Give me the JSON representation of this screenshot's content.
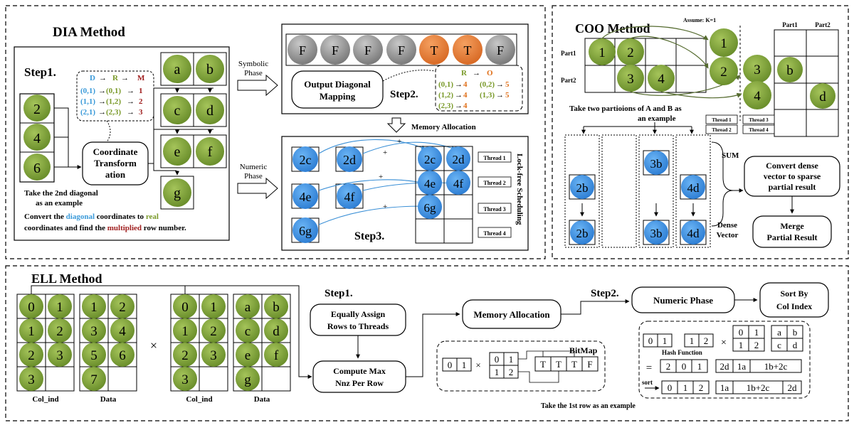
{
  "colors": {
    "green_circle": "#7ea33a",
    "blue_circle": "#3d8fe0",
    "gray_flag": "#8e8e8e",
    "orange_flag": "#e07a35",
    "label_blue": "#3a9ad9",
    "label_green": "#7a9a2a",
    "label_red": "#a02020",
    "label_orange": "#e0701a",
    "arrow_olive": "#556b2f",
    "arrow_blue": "#3a8fd6"
  },
  "dia": {
    "title": "DIA Method",
    "step1": "Step1.",
    "col_values": [
      "2",
      "4",
      "6"
    ],
    "map_header": {
      "d": "D",
      "r": "R",
      "m": "M"
    },
    "map_rows": [
      {
        "d": "(0,1)",
        "r": "(0,1)",
        "m": "1"
      },
      {
        "d": "(1,1)",
        "r": "(1,2)",
        "m": "2"
      },
      {
        "d": "(2,1)",
        "r": "(2,3)",
        "m": "3"
      }
    ],
    "coord_box": [
      "Coordinate",
      "Transform",
      "ation"
    ],
    "take_note": [
      "Take the 2nd diagonal",
      "as an example"
    ],
    "convert_text": {
      "p1": "Convert the ",
      "w1": "diagonal",
      "p2": " coordinates to ",
      "w2": "real",
      "line2a": "coordinates and find the ",
      "w3": "multiplied",
      "line2b": " row number."
    },
    "b_cells": [
      "a",
      "b",
      "c",
      "d",
      "e",
      "f",
      "g"
    ],
    "symbolic_phase": [
      "Symbolic",
      "Phase"
    ],
    "numeric_phase": [
      "Numeric",
      "Phase"
    ],
    "flags": [
      "F",
      "F",
      "F",
      "F",
      "T",
      "T",
      "F"
    ],
    "output_mapping": [
      "Output Diagonal",
      "Mapping"
    ],
    "step2": "Step2.",
    "ro_header": {
      "r": "R",
      "o": "O"
    },
    "ro_rows": [
      {
        "a": "(0,1)",
        "av": "4",
        "b": "(0,2)",
        "bv": "5"
      },
      {
        "a": "(1,2)",
        "av": "4",
        "b": "(1,3)",
        "bv": "5"
      },
      {
        "a": "(2,3)",
        "av": "4",
        "b": "",
        "bv": ""
      }
    ],
    "memory_allocation": "Memory Allocation",
    "products": [
      "2c",
      "2d",
      "4e",
      "4f",
      "6g"
    ],
    "plus": "+",
    "result_cells": [
      "2c",
      "2d",
      "4e",
      "4f",
      "6g"
    ],
    "threads": [
      "Thread 1",
      "Thread 2",
      "Thread 3",
      "Thread 4"
    ],
    "lockfree": "Lock-free Scheduling",
    "step3": "Step3."
  },
  "coo": {
    "title": "COO Method",
    "assume": "Assume: K=1",
    "part1": "Part1",
    "part2": "Part2",
    "a_vals": [
      "1",
      "2",
      "3",
      "4"
    ],
    "b_col_vals": [
      "1",
      "2",
      "3",
      "4"
    ],
    "table_headers": [
      "Part1",
      "Part2"
    ],
    "table_b": "b",
    "table_d": "d",
    "take_two": [
      "Take two partioions of A and B as",
      "an example"
    ],
    "threads": [
      "Thread 1",
      "Thread 2",
      "Thread 3",
      "Thread 4"
    ],
    "sum": "SUM",
    "vec_top": [
      "2b",
      "3b",
      "4d"
    ],
    "vec_bottom": [
      "2b",
      "3b",
      "4d"
    ],
    "dense_vector": [
      "Dense",
      "Vector"
    ],
    "convert_box": [
      "Convert dense",
      "vector to sparse",
      "partial result"
    ],
    "merge_box": [
      "Merge",
      "Partial Result"
    ]
  },
  "ell": {
    "title": "ELL Method",
    "a_colind": [
      [
        "0",
        "1"
      ],
      [
        "1",
        "2"
      ],
      [
        "2",
        "3"
      ],
      [
        "3",
        ""
      ]
    ],
    "a_data": [
      [
        "1",
        "2"
      ],
      [
        "3",
        "4"
      ],
      [
        "5",
        "6"
      ],
      [
        "7",
        ""
      ]
    ],
    "times": "×",
    "b_colind": [
      [
        "0",
        "1"
      ],
      [
        "1",
        "2"
      ],
      [
        "2",
        "3"
      ],
      [
        "3",
        ""
      ]
    ],
    "b_data": [
      [
        "a",
        "b"
      ],
      [
        "c",
        "d"
      ],
      [
        "e",
        "f"
      ],
      [
        "g",
        ""
      ]
    ],
    "col_ind_label": "Col_ind",
    "data_label": "Data",
    "step1": "Step1.",
    "assign_box": [
      "Equally Assign",
      "Rows to Threads"
    ],
    "compute_box": [
      "Compute Max",
      "Nnz Per Row"
    ],
    "memory_box": "Memory Allocation",
    "step2": "Step2.",
    "numeric_box": "Numeric Phase",
    "sort_box": [
      "Sort By",
      "Col Index"
    ],
    "bitmap_label": "BitMap",
    "bitmap_row": [
      "0",
      "1"
    ],
    "bitmap_mat": [
      [
        "0",
        "1"
      ],
      [
        "1",
        "2"
      ]
    ],
    "bitmap_out": [
      "T",
      "T",
      "T",
      "F"
    ],
    "hash_row_a": [
      "0",
      "1"
    ],
    "hash_row_b": [
      "1",
      "2"
    ],
    "hash_function": "Hash Function",
    "hash_mat_ind": [
      [
        "0",
        "1"
      ],
      [
        "1",
        "2"
      ]
    ],
    "hash_mat_data": [
      [
        "a",
        "b"
      ],
      [
        "c",
        "d"
      ]
    ],
    "eq": "=",
    "eq_ind": [
      "2",
      "0",
      "1"
    ],
    "eq_data": [
      "2d",
      "1a",
      "1b+2c"
    ],
    "sort_word": "sort",
    "sorted_ind": [
      "0",
      "1",
      "2"
    ],
    "sorted_data": [
      "1a",
      "1b+2c",
      "2d"
    ],
    "take_first": "Take the 1st row as an example"
  }
}
